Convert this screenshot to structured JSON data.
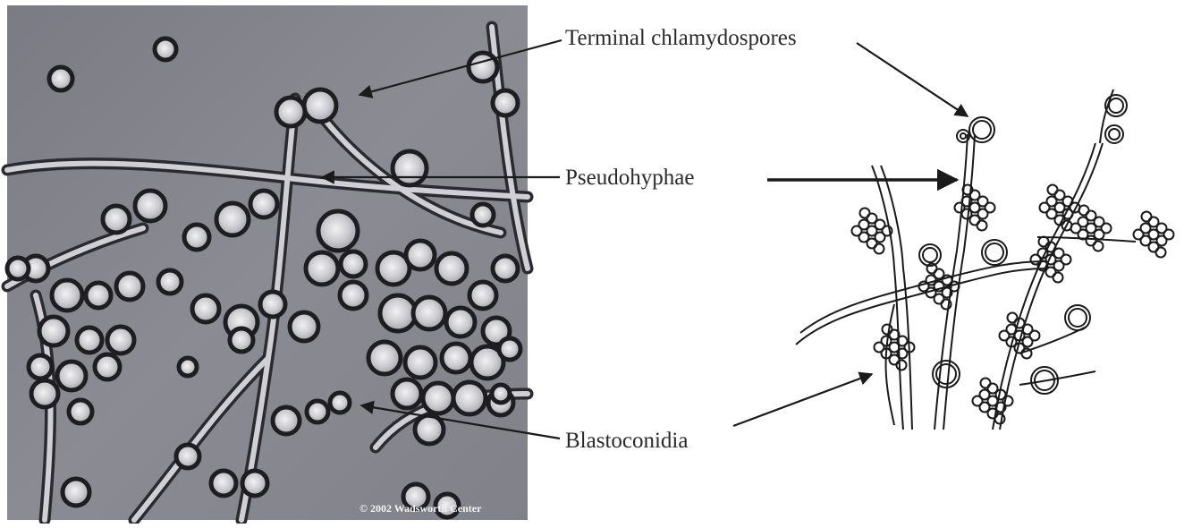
{
  "labels": {
    "terminal": "Terminal chlamydospores",
    "pseudohyphae": "Pseudohyphae",
    "blastoconidia": "Blastoconidia"
  },
  "copyright": "© 2002 Wadsworth Center",
  "colors": {
    "micrograph_bg": "#85858e",
    "cell_dark": "#1e1e22",
    "cell_light": "#e2e2e6",
    "line": "#1a1a1a",
    "text": "#2a2a2a"
  }
}
